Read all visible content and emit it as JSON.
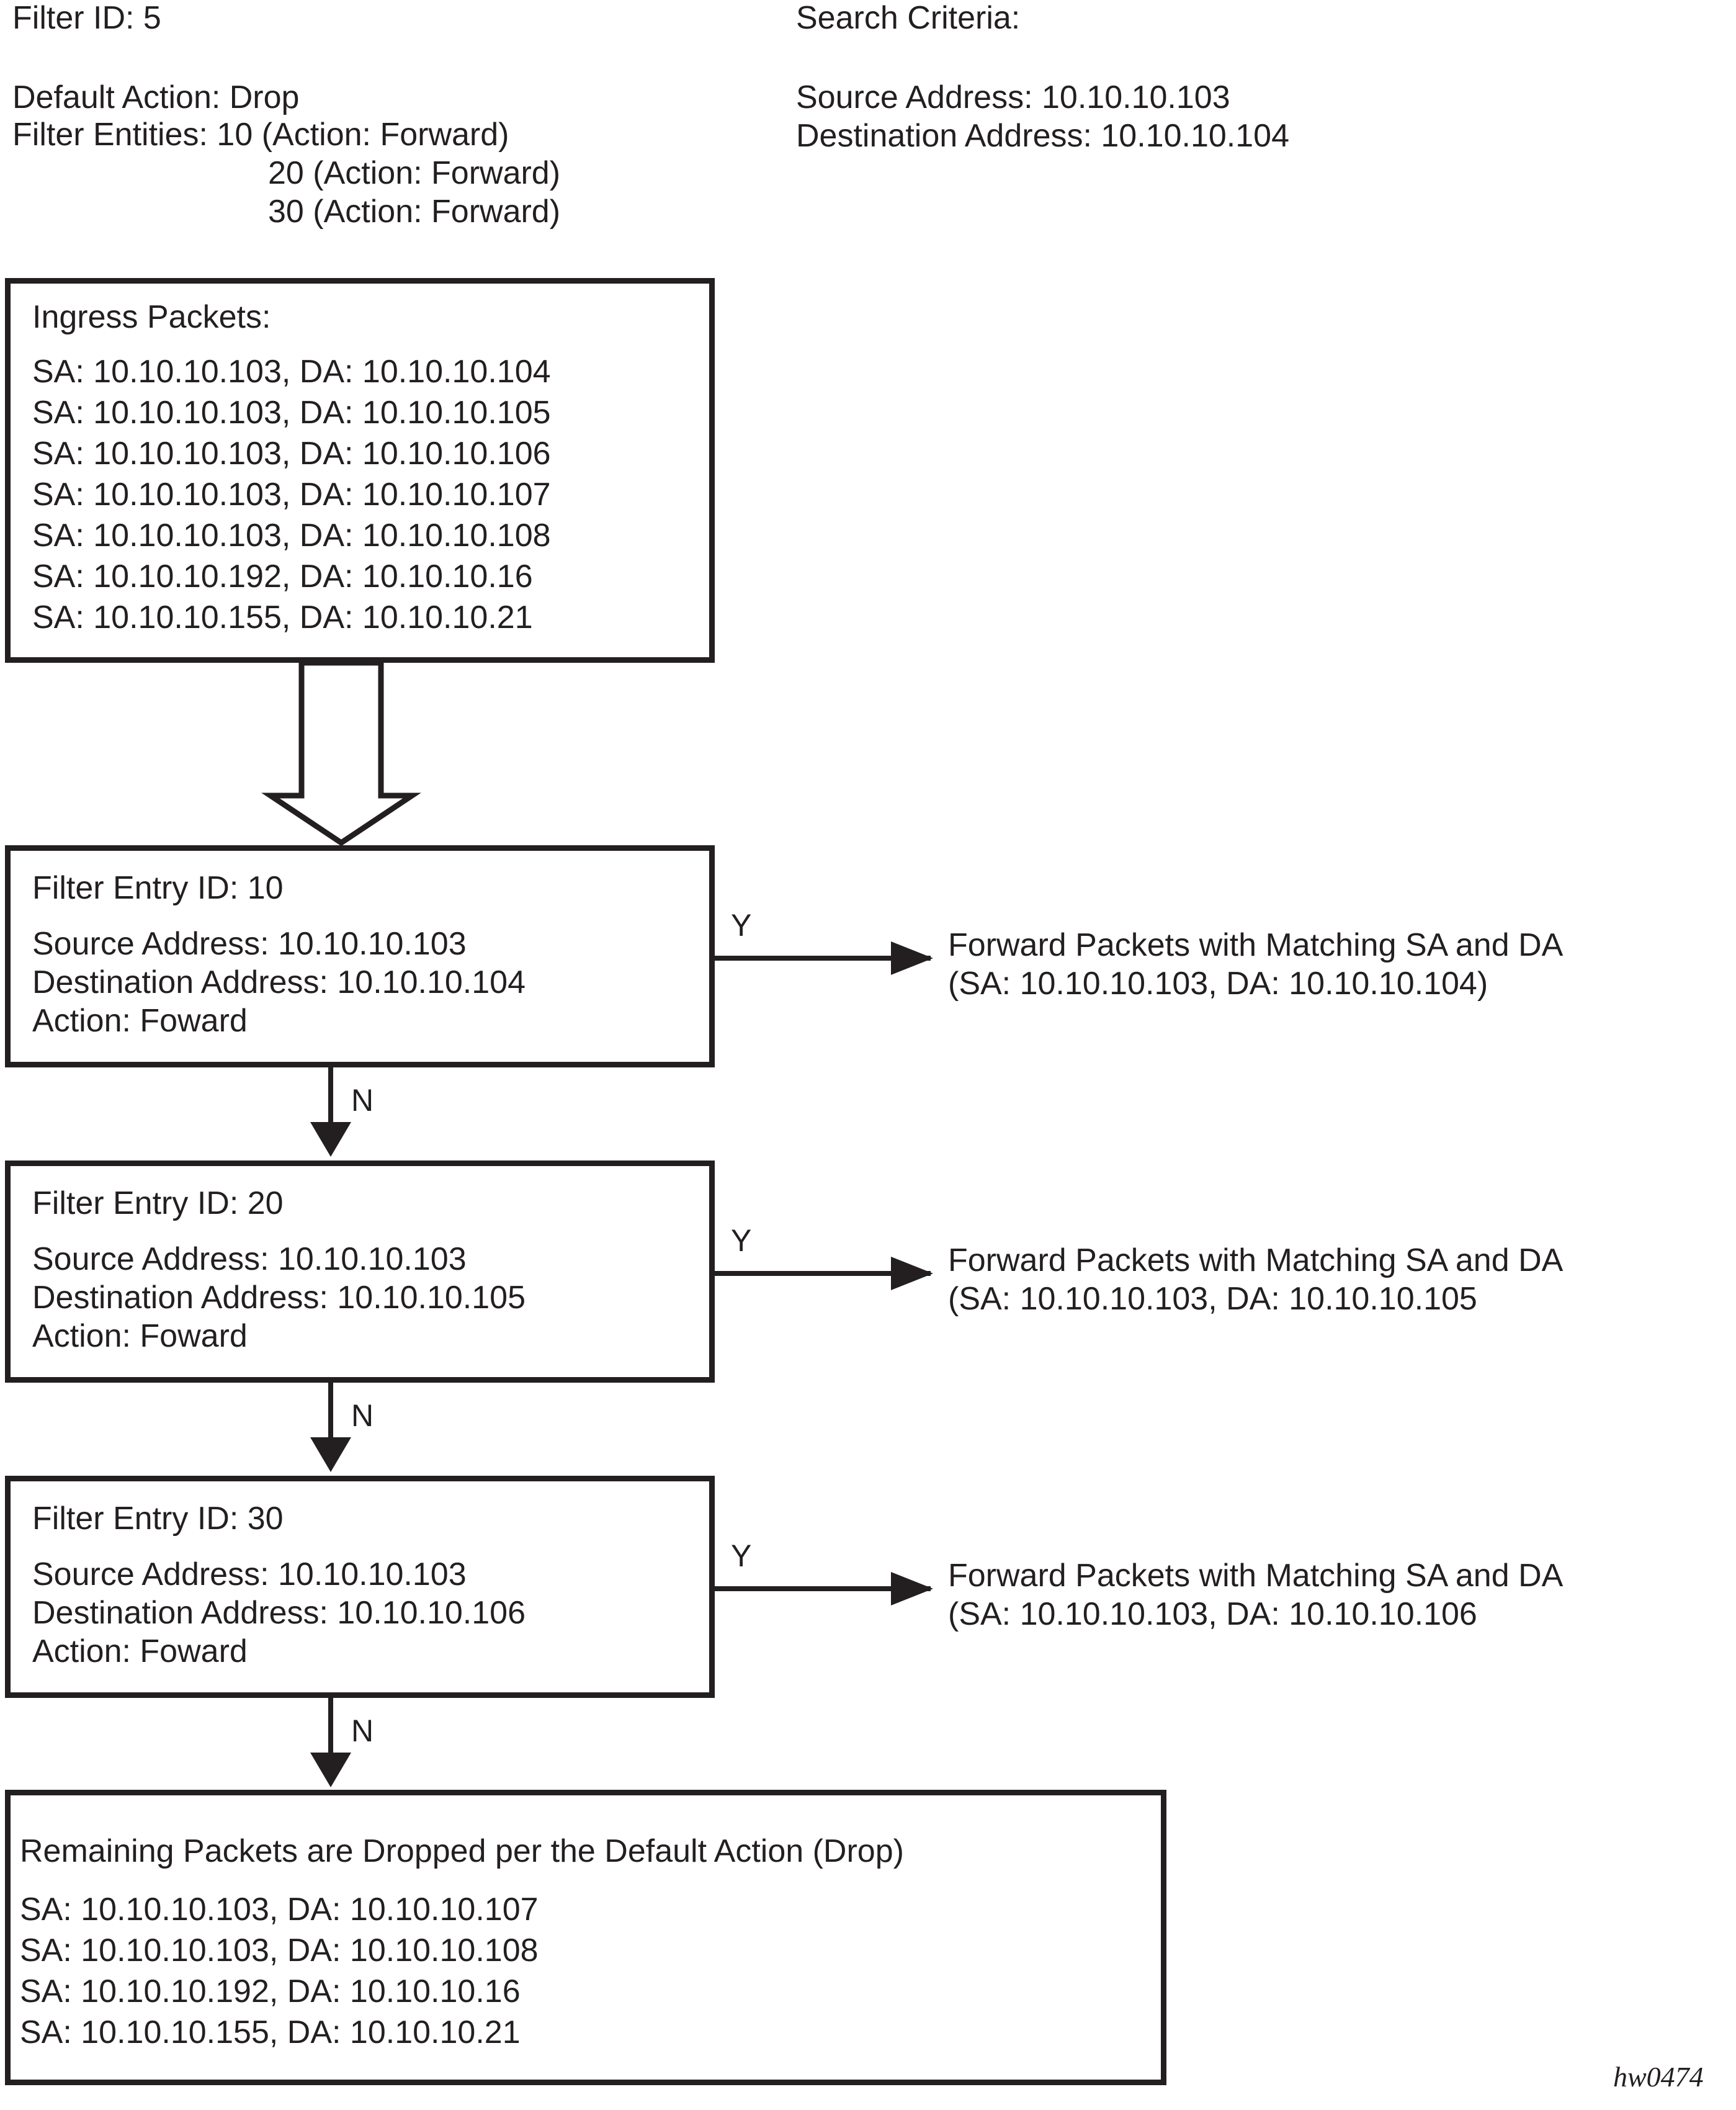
{
  "header": {
    "filter_id": "Filter ID: 5",
    "default_action": "Default Action: Drop",
    "filter_entities_line1": "Filter Entities: 10 (Action: Forward)",
    "filter_entities_line2": "20 (Action: Forward)",
    "filter_entities_line3": "30 (Action: Forward)",
    "search_criteria_title": "Search Criteria:",
    "search_source": "Source Address: 10.10.10.103",
    "search_destination": "Destination Address: 10.10.10.104"
  },
  "ingress": {
    "title": "Ingress Packets:",
    "packets": [
      "SA: 10.10.10.103, DA: 10.10.10.104",
      "SA: 10.10.10.103, DA: 10.10.10.105",
      "SA: 10.10.10.103, DA: 10.10.10.106",
      "SA: 10.10.10.103, DA: 10.10.10.107",
      "SA: 10.10.10.103, DA: 10.10.10.108",
      "SA: 10.10.10.192, DA: 10.10.10.16",
      "SA: 10.10.10.155, DA: 10.10.10.21"
    ]
  },
  "entries": [
    {
      "id_label": "Filter Entry ID: 10",
      "source": "Source Address: 10.10.10.103",
      "destination": "Destination Address: 10.10.10.104",
      "action": "Action: Foward",
      "yes_label": "Y",
      "no_label": "N",
      "result_line1": "Forward Packets with Matching SA and DA",
      "result_line2": "(SA: 10.10.10.103, DA: 10.10.10.104)"
    },
    {
      "id_label": "Filter Entry ID: 20",
      "source": "Source Address: 10.10.10.103",
      "destination": "Destination Address: 10.10.10.105",
      "action": "Action: Foward",
      "yes_label": "Y",
      "no_label": "N",
      "result_line1": "Forward Packets with Matching SA and DA",
      "result_line2": "(SA: 10.10.10.103, DA: 10.10.10.105"
    },
    {
      "id_label": "Filter Entry ID: 30",
      "source": "Source Address: 10.10.10.103",
      "destination": "Destination Address: 10.10.10.106",
      "action": "Action: Foward",
      "yes_label": "Y",
      "no_label": "N",
      "result_line1": "Forward Packets with Matching SA and DA",
      "result_line2": "(SA: 10.10.10.103, DA: 10.10.10.106"
    }
  ],
  "dropped": {
    "title": "Remaining Packets are Dropped per the Default Action (Drop)",
    "packets": [
      "SA: 10.10.10.103, DA: 10.10.10.107",
      "SA: 10.10.10.103, DA: 10.10.10.108",
      "SA: 10.10.10.192, DA: 10.10.10.16",
      "SA: 10.10.10.155, DA: 10.10.10.21"
    ]
  },
  "figure_id": "hw0474",
  "colors": {
    "ink": "#231f20",
    "paper": "#ffffff"
  }
}
